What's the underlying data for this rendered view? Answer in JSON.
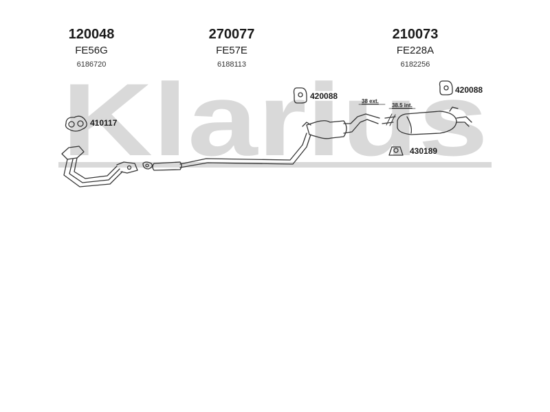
{
  "header_parts": [
    {
      "number": "120048",
      "code": "FE56G",
      "oem": "6186720"
    },
    {
      "number": "270077",
      "code": "FE57E",
      "oem": "6188113"
    },
    {
      "number": "210073",
      "code": "FE228A",
      "oem": "6182256"
    }
  ],
  "watermark": {
    "text": "Klarius",
    "color": "#d9d9d9"
  },
  "callouts": {
    "gasket": "410117",
    "hanger_mid": "420088",
    "hanger_rear": "420088",
    "mount_rear": "430189"
  },
  "dimensions": {
    "ext": "38 ext.",
    "int": "38.5 int."
  },
  "colors": {
    "line": "#333333",
    "watermark": "#d9d9d9"
  }
}
